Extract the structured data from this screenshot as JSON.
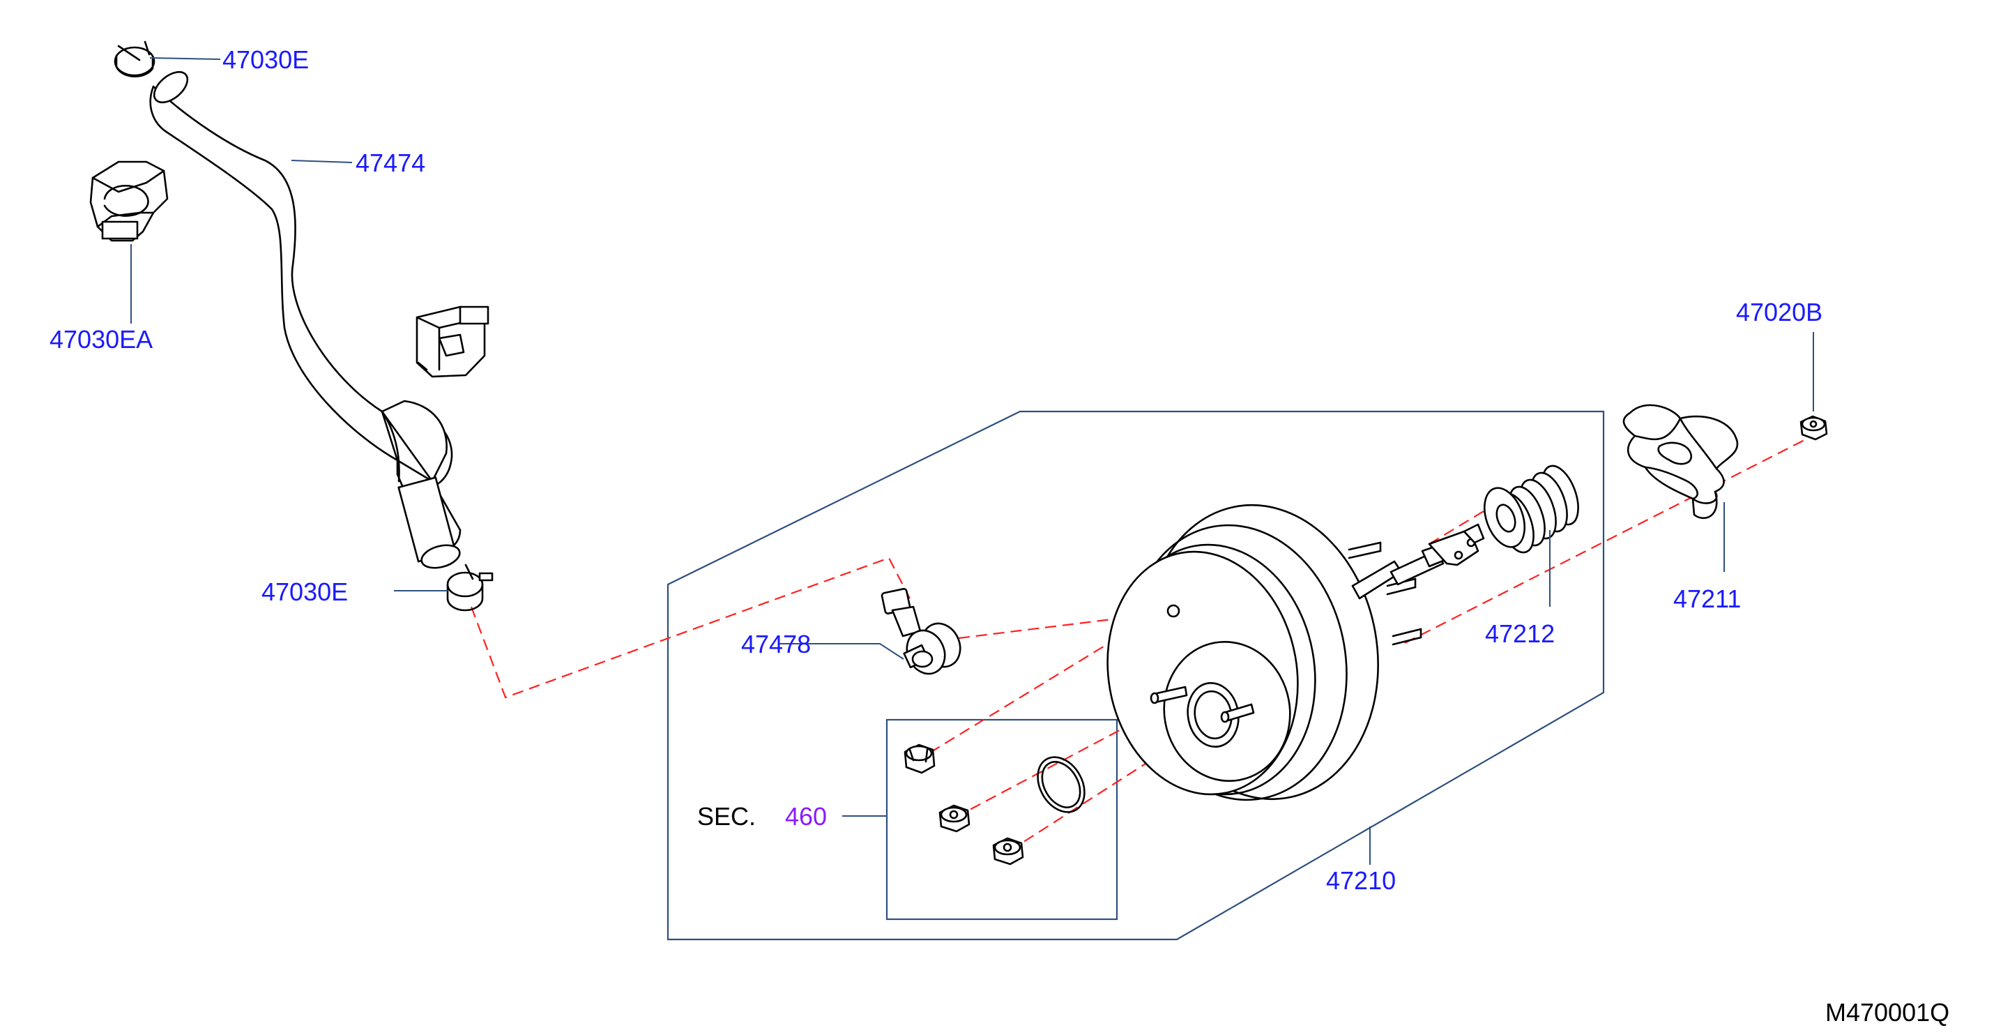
{
  "colors": {
    "part_number": "#1a1aff",
    "section_number": "#8a1aff",
    "leader_line": "#2e4f7f",
    "dashed_line": "#ff2020",
    "frame": "#2e4f7f",
    "text": "#000000"
  },
  "labels": {
    "clamp_top": "47030E",
    "vacuum_hose": "47474",
    "clip": "47030EA",
    "clamp_bottom": "47030E",
    "check_valve": "47478",
    "section_prefix": "SEC.",
    "section_number": "460",
    "booster_assembly": "47210",
    "filter": "47212",
    "gasket": "47211",
    "nut": "47020B"
  },
  "diagram_code": "M470001Q"
}
